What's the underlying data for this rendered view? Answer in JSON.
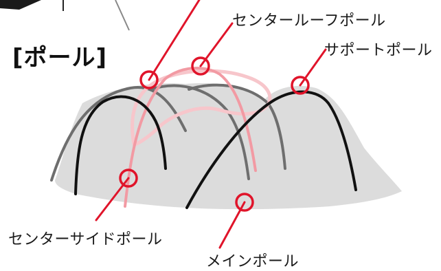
{
  "title": "[ポール]",
  "labels": {
    "center_roof_pole": "センタールーフポール",
    "support_pole": "サポートポール",
    "center_side_pole": "センターサイドポール",
    "main_pole": "メインポール"
  },
  "colors": {
    "callout": "#e0142a",
    "tent_body": "#dcdcdc",
    "pole_black": "#111111",
    "pole_gray": "#6e6e6e",
    "pole_pink": "#f29aa3",
    "pole_light_pink": "#f7c6cb"
  }
}
